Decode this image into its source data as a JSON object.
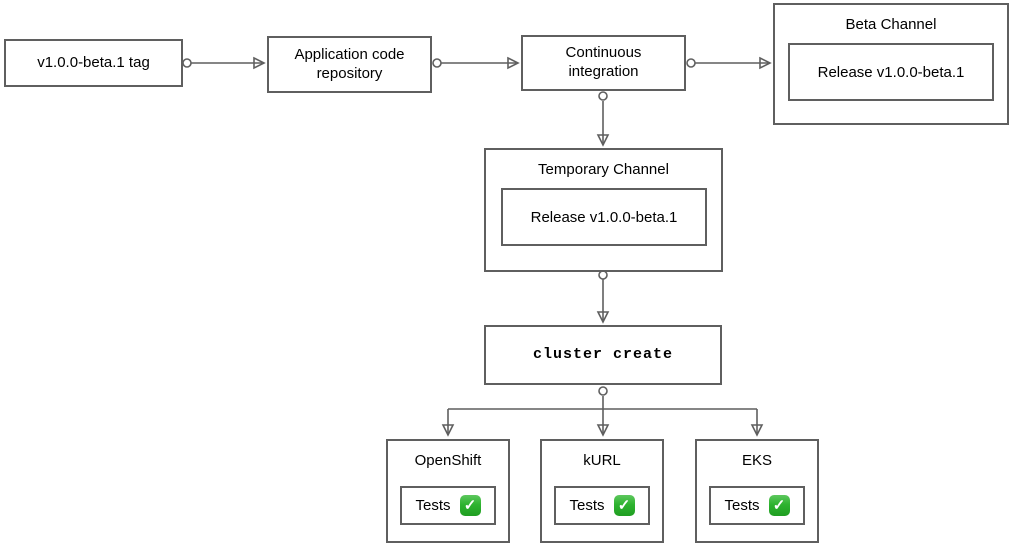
{
  "diagram": {
    "title_semantic": "beta-release-ci-pipeline-flowchart",
    "colors": {
      "background": "#ffffff",
      "node_border": "#5f5f5f",
      "node_fill": "#ffffff",
      "text": "#000000",
      "check_green": "#2eb330"
    },
    "nodes": {
      "tag": {
        "label": "v1.0.0-beta.1 tag"
      },
      "app_repo": {
        "label": "Application code repository"
      },
      "ci": {
        "label": "Continuous integration"
      },
      "beta_channel": {
        "title": "Beta Channel",
        "release_label": "Release v1.0.0-beta.1"
      },
      "temp_channel": {
        "title": "Temporary Channel",
        "release_label": "Release v1.0.0-beta.1"
      },
      "cluster_create": {
        "label": "cluster create"
      }
    },
    "platforms": [
      {
        "title": "OpenShift",
        "tests_label": "Tests",
        "status_icon": "check-mark-button-emoji"
      },
      {
        "title": "kURL",
        "tests_label": "Tests",
        "status_icon": "check-mark-button-emoji"
      },
      {
        "title": "EKS",
        "tests_label": "Tests",
        "status_icon": "check-mark-button-emoji"
      }
    ],
    "icons": {
      "check_glyph": "✓"
    },
    "edges": [
      {
        "from": "tag",
        "to": "app_repo"
      },
      {
        "from": "app_repo",
        "to": "ci"
      },
      {
        "from": "ci",
        "to": "beta_channel"
      },
      {
        "from": "ci",
        "to": "temp_channel"
      },
      {
        "from": "temp_channel",
        "to": "cluster_create"
      },
      {
        "from": "cluster_create",
        "to": "OpenShift"
      },
      {
        "from": "cluster_create",
        "to": "kURL"
      },
      {
        "from": "cluster_create",
        "to": "EKS"
      }
    ]
  }
}
